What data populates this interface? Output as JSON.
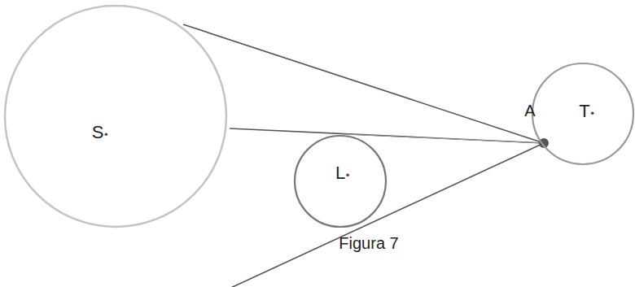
{
  "diagram": {
    "nodes": [
      {
        "text": [
          "S"
        ]
      },
      {
        "text": [
          "L"
        ]
      },
      {
        "text": [
          "T"
        ]
      }
    ],
    "labels": [
      "A",
      "Figura 7"
    ]
  }
}
